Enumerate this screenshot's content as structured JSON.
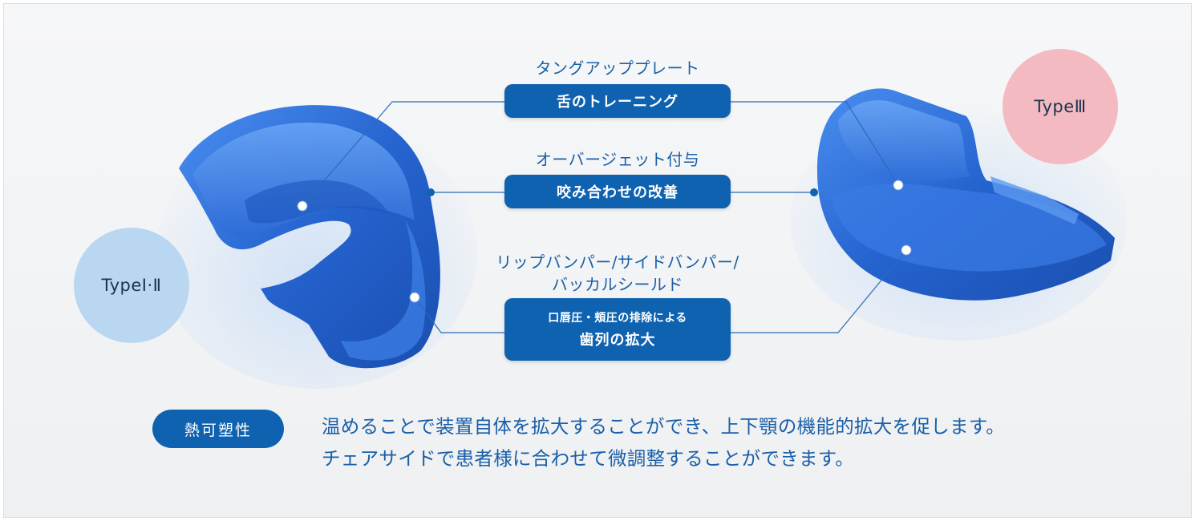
{
  "colors": {
    "accent": "#0f62b0",
    "text_blue": "#1a5fa8",
    "circle_left": "#b9d8f2",
    "circle_right": "#f3b9c0",
    "appliance_blue": "#2f6fd6"
  },
  "circles": {
    "type12": "TypeⅠ·Ⅱ",
    "type3": "TypeⅢ"
  },
  "features": {
    "tongue": {
      "heading": "タングアッププレート",
      "pill": "舌のトレーニング"
    },
    "overjet": {
      "heading": "オーバージェット付与",
      "pill": "咬み合わせの改善"
    },
    "bumper": {
      "heading_line1": "リップバンパー/サイドバンパー/",
      "heading_line2": "バッカルシールド",
      "pill_line1": "口唇圧・頬圧の排除による",
      "pill_line2": "歯列の拡大"
    }
  },
  "footer": {
    "badge": "熱可塑性",
    "line1": "温めることで装置自体を拡大することができ、上下顎の機能的拡大を促します。",
    "line2": "チェアサイドで患者様に合わせて微調整することができます。"
  }
}
